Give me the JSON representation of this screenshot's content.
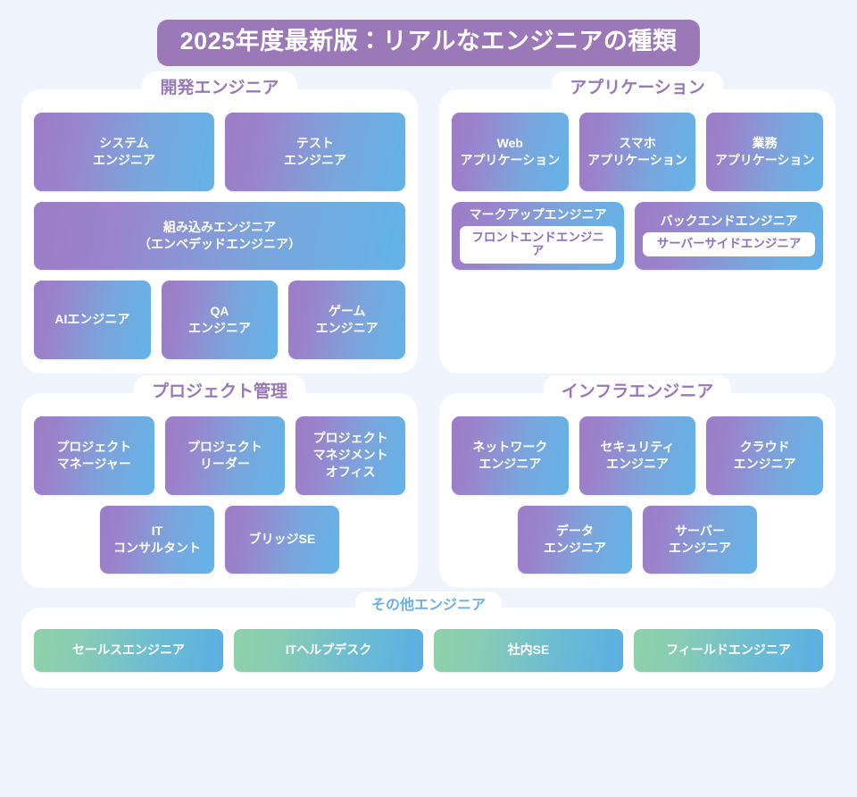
{
  "title": "2025年度最新版：リアルなエンジニアの種類",
  "colors": {
    "background": "#eff4fd",
    "title_badge": "#9b78b8",
    "panel_bg": "#ffffff",
    "panel_title_purple": "#9879b8",
    "panel_title_blue": "#6ab0e4",
    "card_gradient_start": "#9c7cc6",
    "card_gradient_end": "#62b3e8",
    "green_card_gradient_start": "#8fd2aa",
    "green_card_gradient_end": "#5bafe2",
    "nested_pill_text": "#8a6fc0"
  },
  "panels": [
    {
      "title": "開発エンジニア",
      "rows": [
        {
          "cards": [
            {
              "label": "システム\nエンジニア"
            },
            {
              "label": "テスト\nエンジニア"
            }
          ]
        },
        {
          "cards": [
            {
              "label": "組み込みエンジニア\n（エンベデッドエンジニア）"
            }
          ]
        },
        {
          "cards": [
            {
              "label": "AIエンジニア"
            },
            {
              "label": "QA\nエンジニア"
            },
            {
              "label": "ゲーム\nエンジニア"
            }
          ]
        }
      ]
    },
    {
      "title": "アプリケーション",
      "rows": [
        {
          "cards": [
            {
              "label": "Web\nアプリケーション"
            },
            {
              "label": "スマホ\nアプリケーション"
            },
            {
              "label": "業務\nアプリケーション"
            }
          ]
        },
        {
          "cards": [
            {
              "title": "マークアップエンジニア",
              "pill": "フロントエンドエンジニア"
            },
            {
              "title": "バックエンドエンジニア",
              "pill": "サーバーサイドエンジニア"
            }
          ]
        }
      ]
    },
    {
      "title": "プロジェクト管理",
      "rows": [
        {
          "cards": [
            {
              "label": "プロジェクト\nマネージャー"
            },
            {
              "label": "プロジェクト\nリーダー"
            },
            {
              "label": "プロジェクト\nマネジメント\nオフィス"
            }
          ]
        },
        {
          "cards": [
            {
              "label": "IT\nコンサルタント"
            },
            {
              "label": "ブリッジSE"
            }
          ]
        }
      ]
    },
    {
      "title": "インフラエンジニア",
      "rows": [
        {
          "cards": [
            {
              "label": "ネットワーク\nエンジニア"
            },
            {
              "label": "セキュリティ\nエンジニア"
            },
            {
              "label": "クラウド\nエンジニア"
            }
          ]
        },
        {
          "cards": [
            {
              "label": "データ\nエンジニア"
            },
            {
              "label": "サーバー\nエンジニア"
            }
          ]
        }
      ]
    },
    {
      "title": "その他エンジニア",
      "rows": [
        {
          "cards": [
            {
              "label": "セールスエンジニア"
            },
            {
              "label": "ITヘルプデスク"
            },
            {
              "label": "社内SE"
            },
            {
              "label": "フィールドエンジニア"
            }
          ]
        }
      ]
    }
  ]
}
